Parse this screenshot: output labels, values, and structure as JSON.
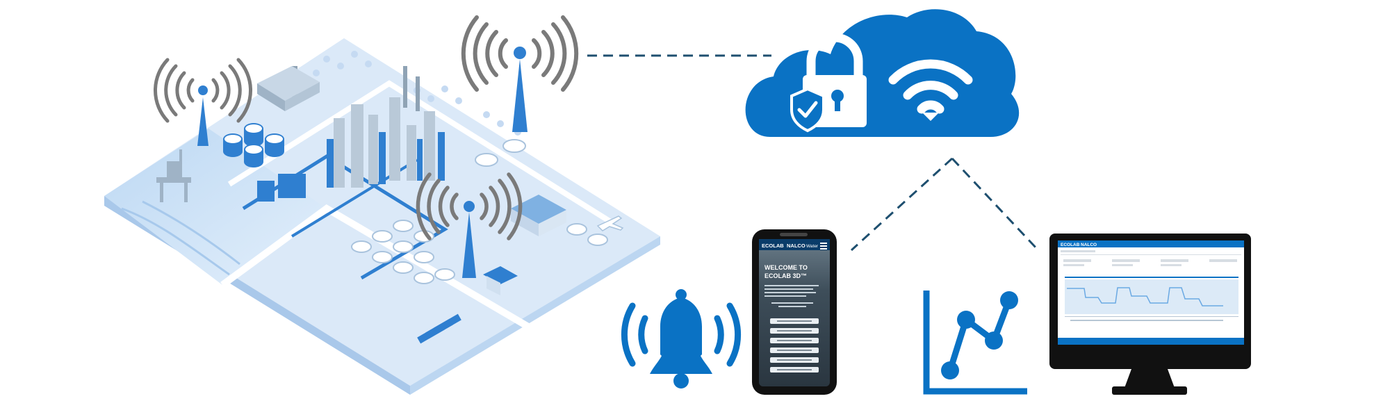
{
  "colors": {
    "brand_blue": "#0a72c4",
    "light_blue": "#cfe2f6",
    "tower_gray": "#7a7a7a",
    "connector": "#1e4f6f",
    "device_black": "#111111"
  },
  "icons": [
    "industrial-plant-illustration",
    "radio-tower-icon",
    "cloud-icon",
    "padlock-icon",
    "shield-check-icon",
    "wifi-icon",
    "bell-icon",
    "smartphone-icon",
    "line-chart-icon",
    "desktop-monitor-icon"
  ],
  "phone": {
    "brand_left": "ECOLAB",
    "brand_right": "NALCO",
    "brand_tag": "Water",
    "heading_line1": "WELCOME TO",
    "heading_line2": "ECOLAB 3D™",
    "menu_count_visible": 6
  },
  "monitor": {
    "brand_left": "ECOLAB",
    "brand_right": "NALCO"
  }
}
